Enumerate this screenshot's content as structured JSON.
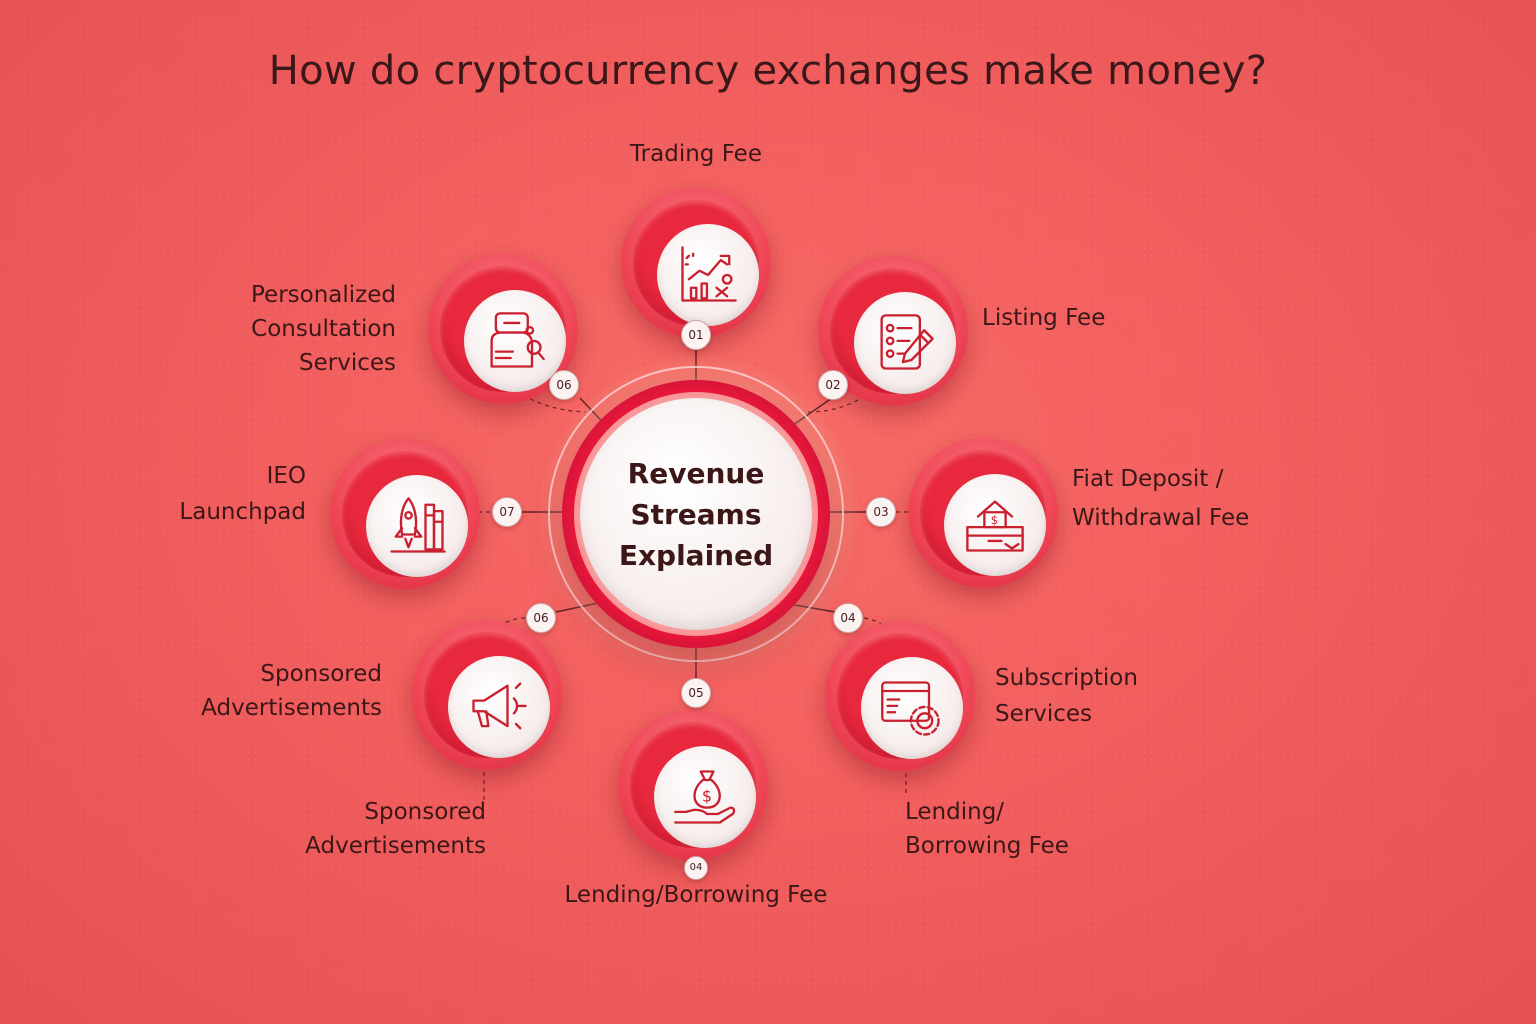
{
  "title": "How do cryptocurrency exchanges make money?",
  "hub": {
    "line1": "Revenue",
    "line2": "Streams",
    "line3": "Explained"
  },
  "nodes": {
    "trading": {
      "badge": "01",
      "label": "Trading Fee",
      "icon": "trading-chart-icon"
    },
    "listing": {
      "badge": "02",
      "label": "Listing Fee",
      "icon": "checklist-pencil-icon"
    },
    "fiat": {
      "badge": "03",
      "line1": "Fiat Deposit /",
      "line2": "Withdrawal Fee",
      "icon": "bank-deposit-icon"
    },
    "subscription": {
      "badge": "04",
      "line1": "Subscription",
      "line2": "Services",
      "icon": "browser-gear-icon"
    },
    "lending": {
      "badge": "05",
      "icon": "money-bag-hand-icon"
    },
    "sponsored": {
      "badge": "06",
      "line1": "Sponsored",
      "line2": "Advertisements",
      "icon": "megaphone-icon"
    },
    "ieo": {
      "badge": "07",
      "line1": "IEO",
      "line2": "Launchpad",
      "icon": "rocket-icon"
    },
    "consultation": {
      "badge": "06",
      "line1": "Personalized",
      "line2": "Consultation",
      "line3": "Services",
      "icon": "consultation-person-icon"
    }
  },
  "extra_labels": {
    "bottom_left": {
      "line1": "Sponsored",
      "line2": "Advertisements"
    },
    "bottom_right": {
      "line1": "Lending/",
      "line2": "Borrowing Fee"
    },
    "bottom_center": {
      "badge": "04",
      "label": "Lending/Borrowing Fee"
    }
  },
  "colors": {
    "background": "#f25e5e",
    "accent": "#e8283c",
    "icon_stroke": "#c8202f",
    "text": "#3b1718"
  }
}
